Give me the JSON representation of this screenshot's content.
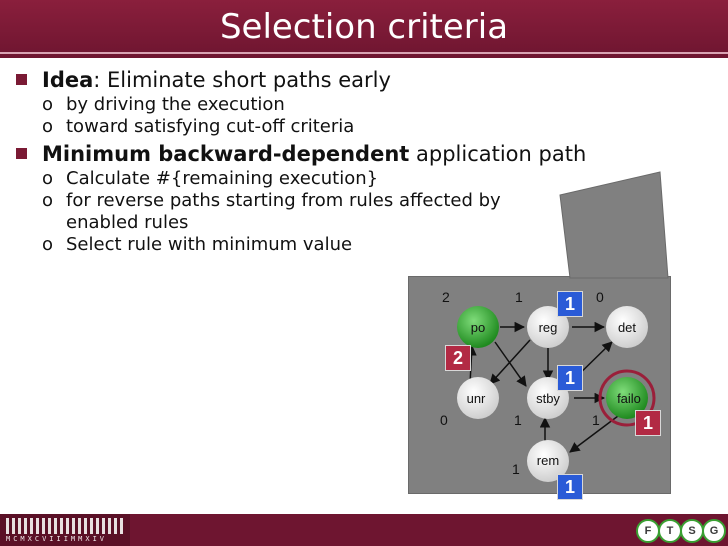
{
  "title": "Selection criteria",
  "bullets": {
    "idea_bold": "Idea",
    "idea_rest": ": Eliminate short paths early",
    "idea_sub1": "by driving the execution",
    "idea_sub2": "toward satisfying cut-off criteria",
    "min_bold": "Minimum backward-dependent",
    "min_rest": " application path",
    "min_sub1": "Calculate #{remaining execution}",
    "min_sub2_line1": "for reverse paths starting from rules affected by",
    "min_sub2_line2": "enabled rules",
    "min_sub3": "Select rule with minimum value",
    "sub_bullet_glyph": "o"
  },
  "graph": {
    "nodes": {
      "po": "po",
      "reg": "reg",
      "det": "det",
      "unr": "unr",
      "stby": "stby",
      "failo": "failo",
      "rem": "rem"
    },
    "numbers": {
      "po": "2",
      "reg": "1",
      "det": "0",
      "unr": "0",
      "stby": "1",
      "failo": "1",
      "rem": "1"
    },
    "badges": {
      "reg": "1",
      "po": "2",
      "stby": "1",
      "failo": "1",
      "rem": "1"
    },
    "colors": {
      "active_node": "#2a9a2a",
      "idle_node": "#e8e8e8",
      "blue_badge": "#2a5bd7",
      "red_badge": "#b22a44",
      "panel": "#808080"
    }
  },
  "footer": {
    "university_text": "MCMXCVIIIMMXIV",
    "logos": [
      "F",
      "T",
      "S",
      "G"
    ]
  }
}
